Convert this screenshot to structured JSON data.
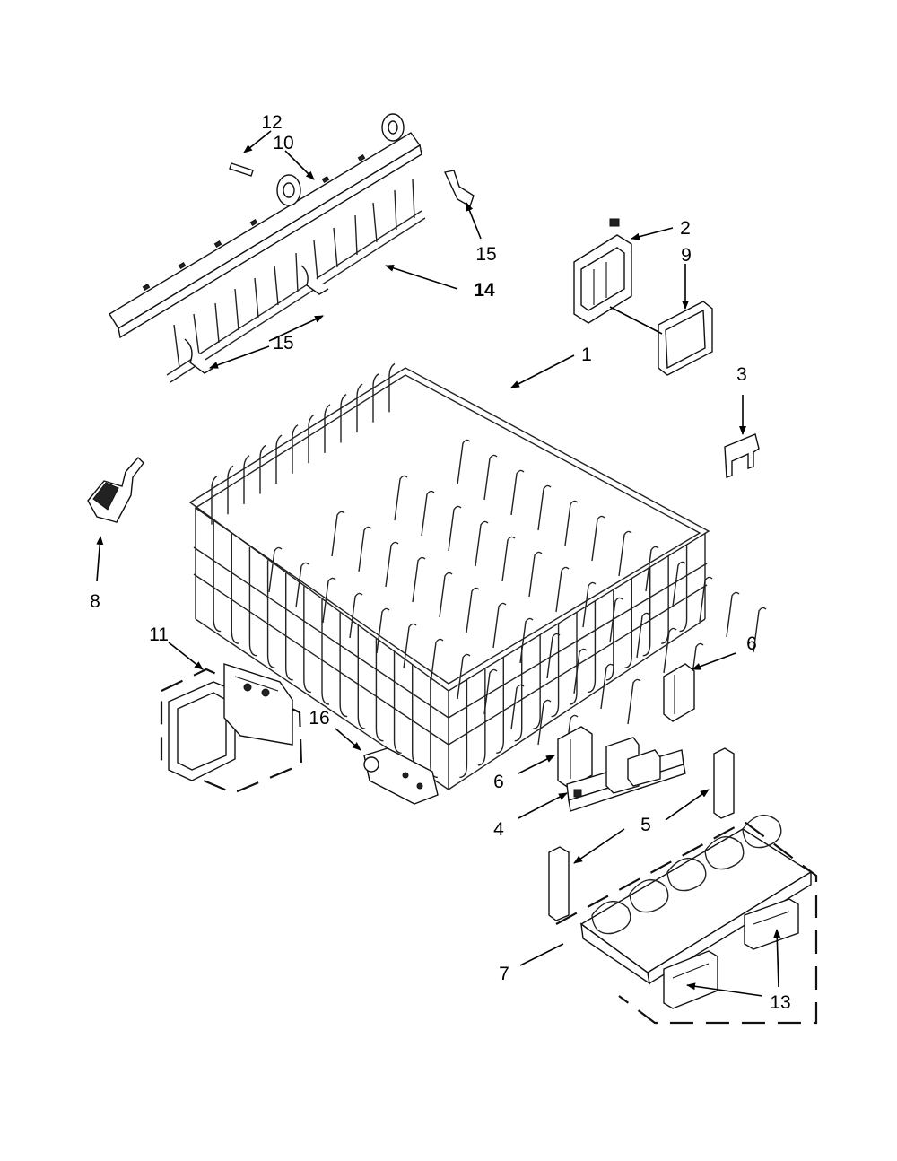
{
  "callouts": {
    "c1": "1",
    "c2": "2",
    "c3": "3",
    "c4": "4",
    "c5": "5",
    "c6a": "6",
    "c6b": "6",
    "c7": "7",
    "c8": "8",
    "c9": "9",
    "c10": "10",
    "c11": "11",
    "c12": "12",
    "c13": "13",
    "c14": "14",
    "c15a": "15",
    "c15b": "15",
    "c16": "16"
  }
}
